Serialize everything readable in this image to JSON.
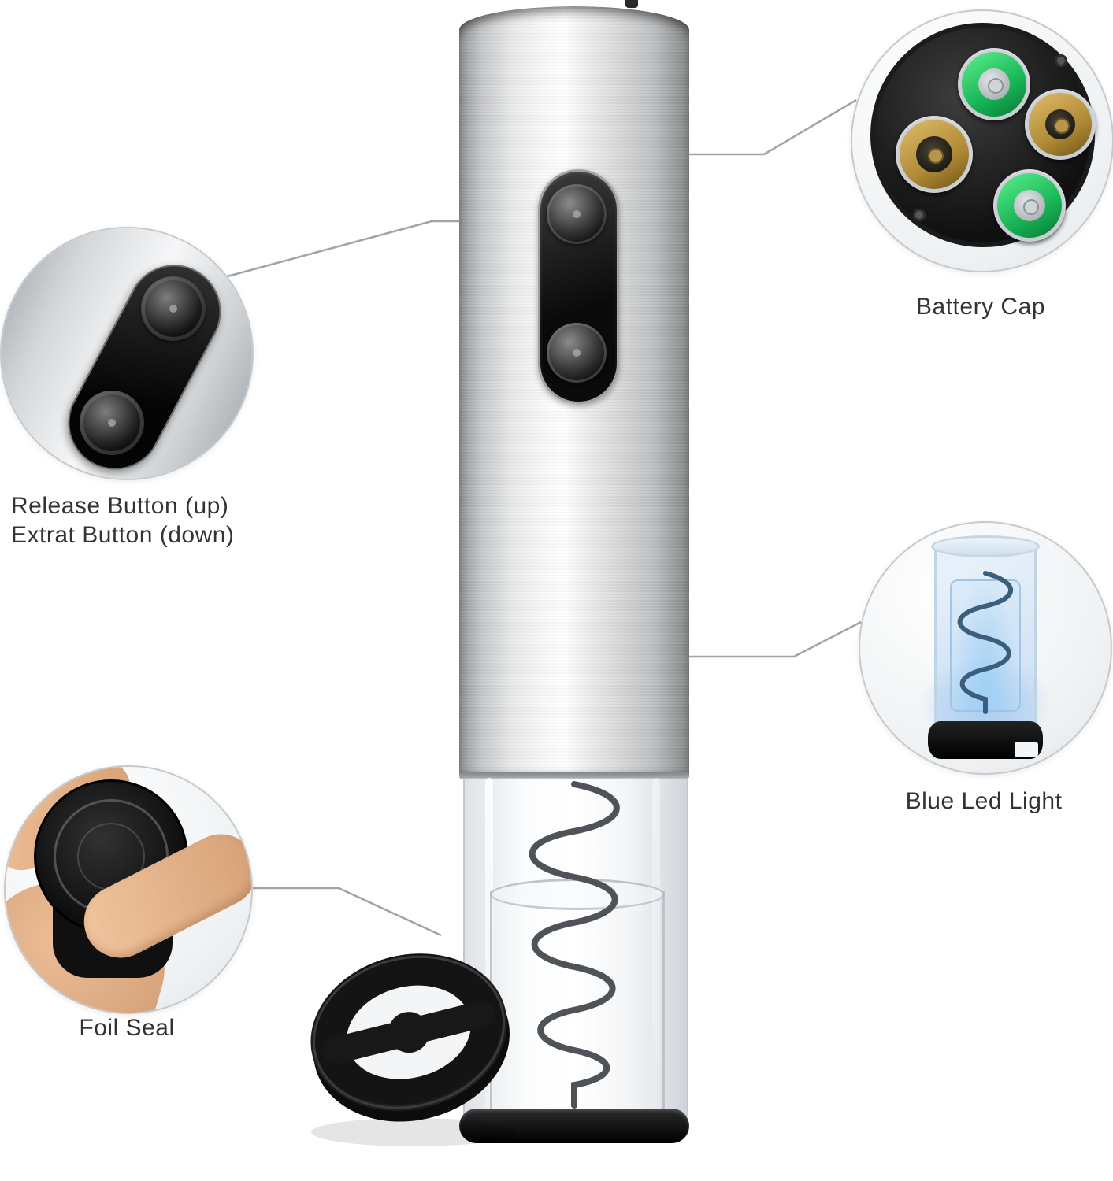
{
  "labels": {
    "battery": "Battery Cap",
    "release_line1": "Release Button (up)",
    "release_line2": "Extrat Button (down)",
    "led": "Blue Led Light",
    "foil": "Foil Seal"
  },
  "colors": {
    "battery_green": "#17b455",
    "battery_gold": "#b08a35",
    "led_blue": "#9fd0f5",
    "metal_silver": "#d9dcde",
    "panel_black": "#0a0a0a",
    "connector_line": "#9fa4a8",
    "text": "#333333",
    "background": "#ffffff"
  }
}
